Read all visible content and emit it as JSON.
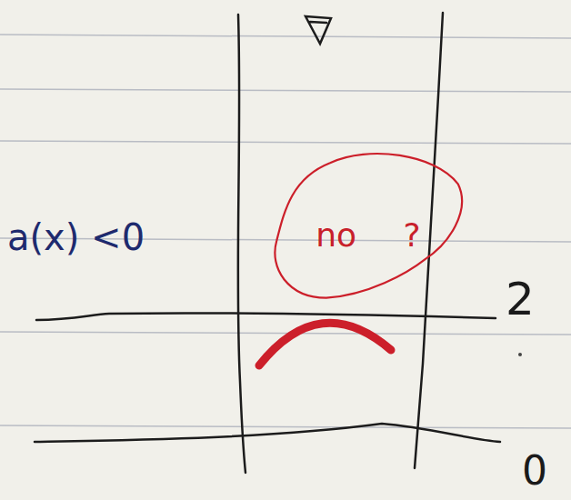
{
  "diagram": {
    "nodes": [
      {
        "text": [
          "no ?"
        ]
      }
    ],
    "labels": [
      "a(x) <0",
      "2",
      "0"
    ]
  }
}
